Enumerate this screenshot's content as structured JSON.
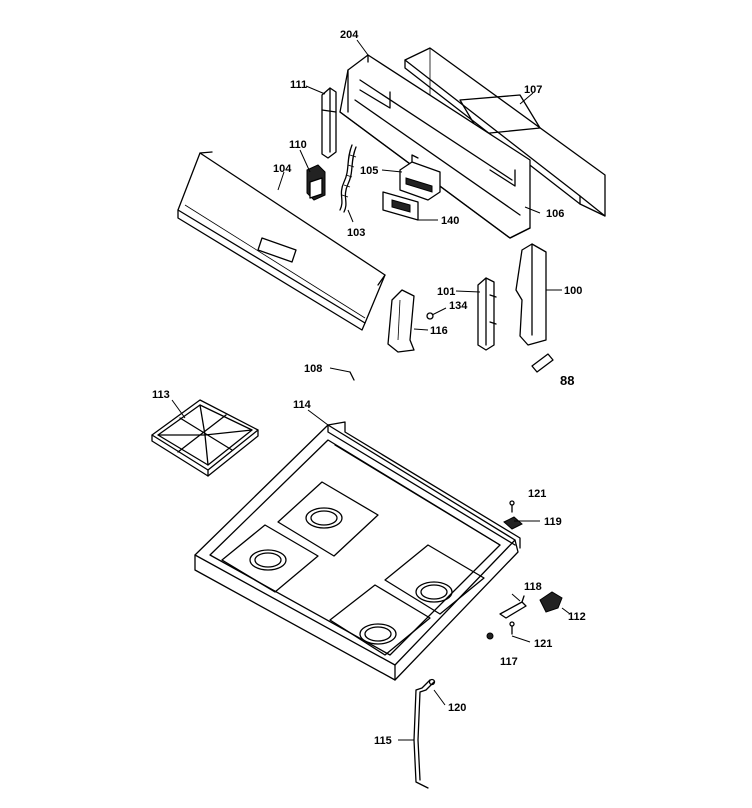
{
  "callouts": {
    "c204": "204",
    "c107": "107",
    "c111": "111",
    "c110": "110",
    "c104": "104",
    "c105": "105",
    "c106": "106",
    "c103": "103",
    "c140": "140",
    "c101": "101",
    "c134": "134",
    "c116": "116",
    "c100": "100",
    "c88": "88",
    "c108": "108",
    "c113": "113",
    "c114": "114",
    "c121a": "121",
    "c119": "119",
    "c118": "118",
    "c112": "112",
    "c121b": "121",
    "c117": "117",
    "c120": "120",
    "c115": "115"
  }
}
